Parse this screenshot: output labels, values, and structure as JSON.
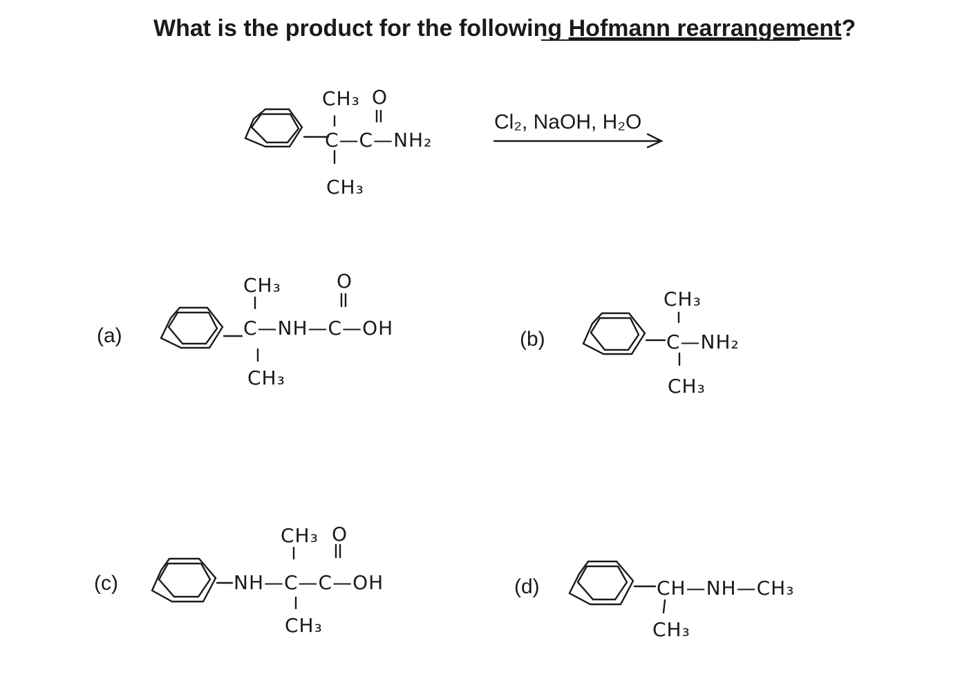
{
  "question": {
    "prefix": "What is the product for the following ",
    "link": "Hofmann rearrangement",
    "suffix": "?"
  },
  "reaction": {
    "reactant": {
      "top_group": "CH₃",
      "carbonyl_o": "O",
      "chain": "C—C—NH₂",
      "bottom_group": "CH₃"
    },
    "reagents": "Cl₂, NaOH, H₂O"
  },
  "options": [
    {
      "label": "(a)",
      "top_group": "CH₃",
      "carbonyl_o": "O",
      "chain": "C—NH—C—OH",
      "bottom_group": "CH₃"
    },
    {
      "label": "(b)",
      "top_group": "CH₃",
      "chain": "C—NH₂",
      "bottom_group": "CH₃"
    },
    {
      "label": "(c)",
      "top_group": "CH₃",
      "carbonyl_o": "O",
      "chain": "NH—C—C—OH",
      "bottom_group": "CH₃"
    },
    {
      "label": "(d)",
      "chain": "CH—NH—CH₃",
      "bottom_group": "CH₃"
    }
  ]
}
